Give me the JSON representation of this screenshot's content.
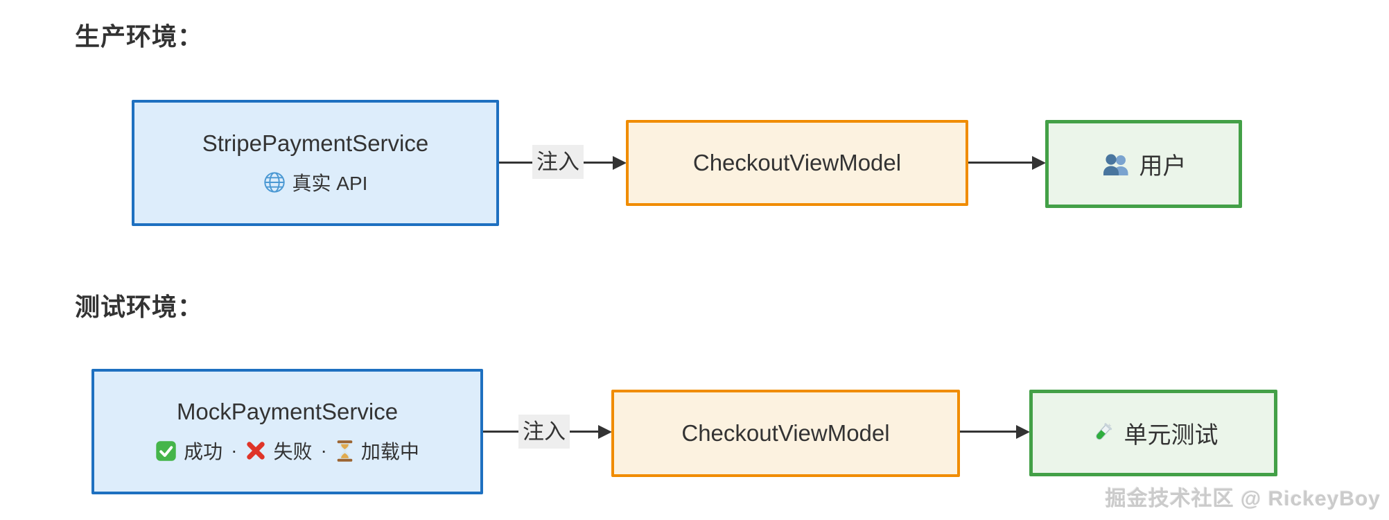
{
  "watermark": {
    "text": "掘金技术社区 @ RickeyBoy"
  },
  "colors": {
    "text": "#333333",
    "edge": "#333333",
    "inject_label_bg": "#eeeeee",
    "service_border": "#1e70c0",
    "service_fill": "#ddedfb",
    "viewmodel_border": "#f08c00",
    "viewmodel_fill": "#fcf2e0",
    "target_border": "#43a047",
    "target_fill": "#ebf5ea"
  },
  "icons": {
    "globe-icon": "🌐",
    "users-icon": "👥",
    "check-icon": "✅",
    "cross-icon": "❌",
    "hourglass-icon": "⌛",
    "test-tube-icon": "🧪"
  },
  "production": {
    "heading": "生产环境：",
    "service": {
      "title": "StripePaymentService",
      "detail": "真实 API"
    },
    "inject_label": "注入",
    "viewmodel_label": "CheckoutViewModel",
    "target": {
      "label": "用户"
    }
  },
  "test": {
    "heading": "测试环境：",
    "service": {
      "title": "MockPaymentService",
      "detail_success": "成功",
      "detail_fail": "失败",
      "detail_loading": "加载中",
      "separator": "·"
    },
    "inject_label": "注入",
    "viewmodel_label": "CheckoutViewModel",
    "target": {
      "label": "单元测试"
    }
  }
}
